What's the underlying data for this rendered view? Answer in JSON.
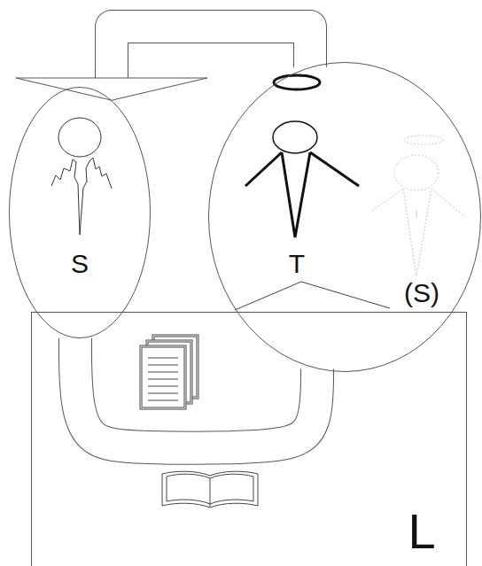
{
  "diagram": {
    "nodes": [
      {
        "text": [
          "S"
        ]
      },
      {
        "text": [
          "T",
          "(S)"
        ]
      },
      {
        "text": [
          "L"
        ]
      }
    ],
    "edges": [
      {
        "from": 1,
        "to": 0,
        "arrow": "to"
      },
      {
        "from": 0,
        "to": 1,
        "arrow": "none"
      }
    ]
  }
}
